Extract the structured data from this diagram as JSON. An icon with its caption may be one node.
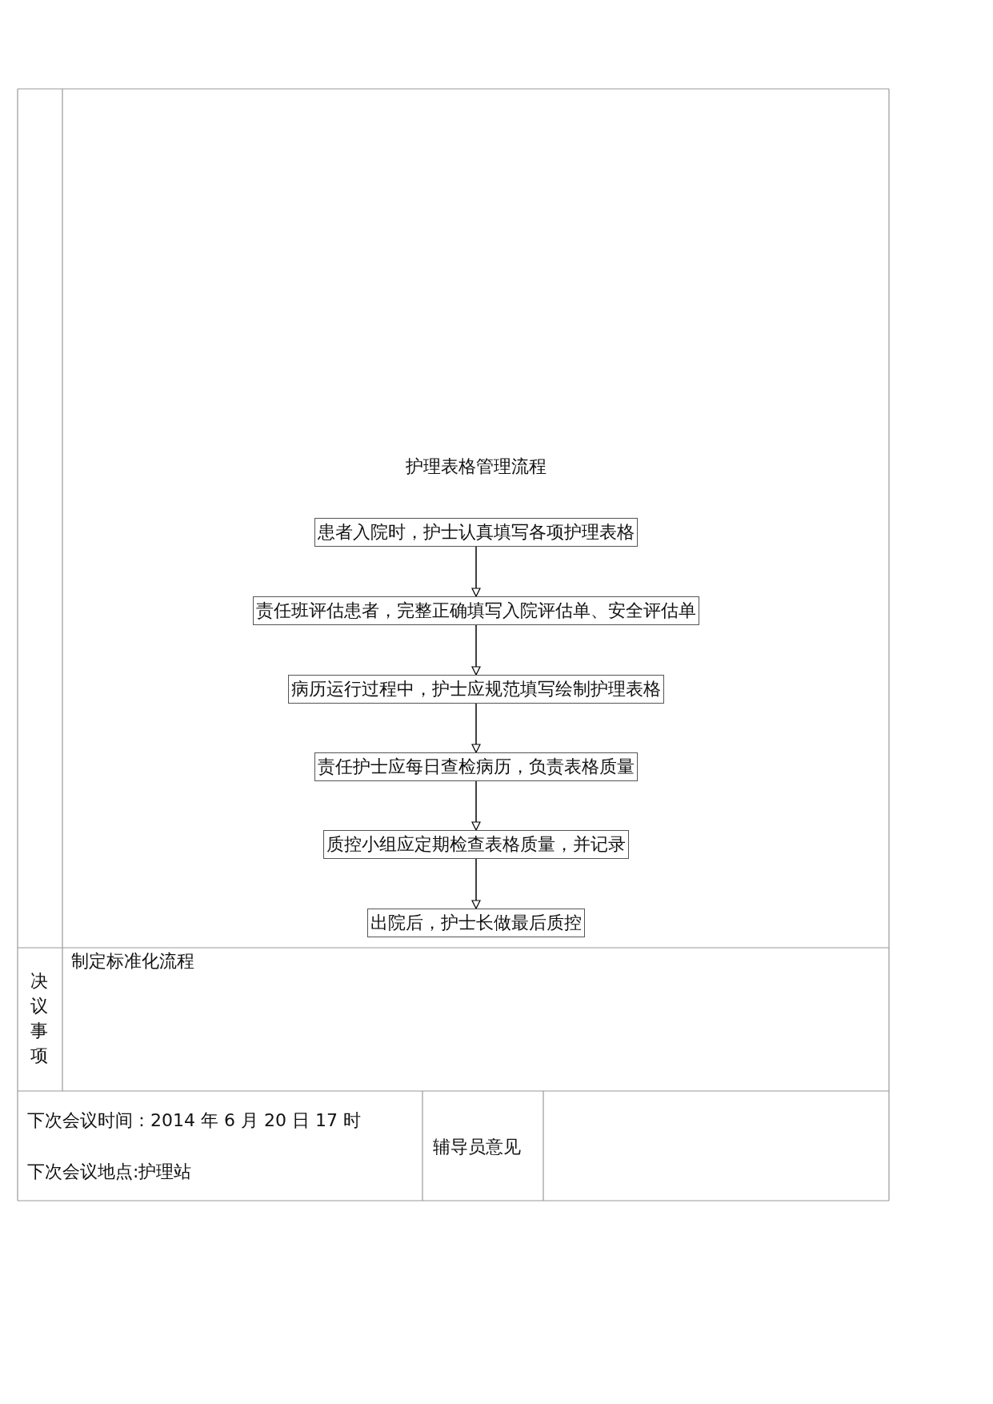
{
  "diagram": {
    "title": "护理表格管理流程",
    "nodes": [
      {
        "text": [
          "患者入院时，护士认真填写各项护理表格"
        ]
      },
      {
        "text": [
          "责任班评估患者，完整正确填写入院评估单、安全评估单"
        ]
      },
      {
        "text": [
          "病历运行过程中，护士应规范填写绘制护理表格"
        ]
      },
      {
        "text": [
          "责任护士应每日查检病历，负责表格质量"
        ]
      },
      {
        "text": [
          "质控小组应定期检查表格质量，并记录"
        ]
      },
      {
        "text": [
          "出院后，护士长做最后质控"
        ]
      }
    ],
    "edges": [
      {
        "from": 0,
        "to": 1,
        "arrow": "to"
      },
      {
        "from": 1,
        "to": 2,
        "arrow": "to"
      },
      {
        "from": 2,
        "to": 3,
        "arrow": "to"
      },
      {
        "from": 3,
        "to": 4,
        "arrow": "to"
      },
      {
        "from": 4,
        "to": 5,
        "arrow": "to"
      }
    ],
    "labels": [
      "决议事项",
      "制定标准化流程",
      "下次会议时间：2014 年 6 月 20 日 17 时",
      "下次会议地点:护理站",
      "辅导员意见"
    ]
  }
}
